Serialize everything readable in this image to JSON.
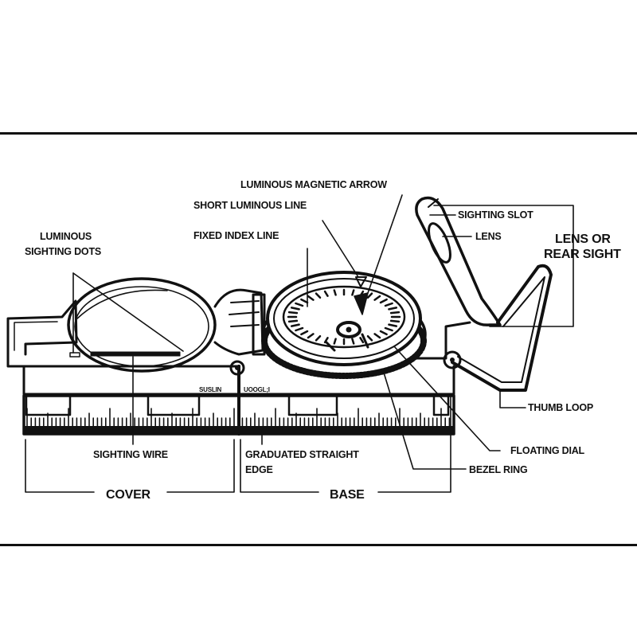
{
  "diagram": {
    "title": "Lensatic compass parts",
    "labels": {
      "luminous_magnetic_arrow": "LUMINOUS MAGNETIC ARROW",
      "short_luminous_line": "SHORT LUMINOUS LINE",
      "fixed_index_line": "FIXED INDEX LINE",
      "luminous_sighting_dots_1": "LUMINOUS",
      "luminous_sighting_dots_2": "SIGHTING DOTS",
      "sighting_slot": "SIGHTING SLOT",
      "lens": "LENS",
      "lens_or_rear_sight_1": "LENS OR",
      "lens_or_rear_sight_2": "REAR SIGHT",
      "thumb_loop": "THUMB LOOP",
      "floating_dial": "FLOATING DIAL",
      "bezel_ring": "BEZEL RING",
      "sighting_wire": "SIGHTING WIRE",
      "graduated_straight_edge_1": "GRADUATED STRAIGHT",
      "graduated_straight_edge_2": "EDGE",
      "cover": "COVER",
      "base": "BASE"
    },
    "ruler_marks": {
      "left": "SUSLIN",
      "right": "UOOGL;I"
    },
    "colors": {
      "ink": "#111111",
      "paper": "#ffffff"
    }
  }
}
